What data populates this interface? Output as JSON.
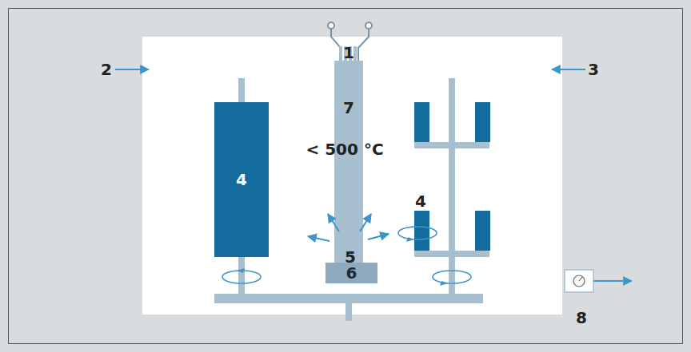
{
  "diagram": {
    "nodes": [
      {
        "text": [
          "4"
        ]
      },
      {
        "text": [
          "6"
        ]
      }
    ],
    "labels": [
      "1",
      "2",
      "3",
      "7",
      "< 500 °C",
      "4",
      "5",
      "8"
    ]
  }
}
